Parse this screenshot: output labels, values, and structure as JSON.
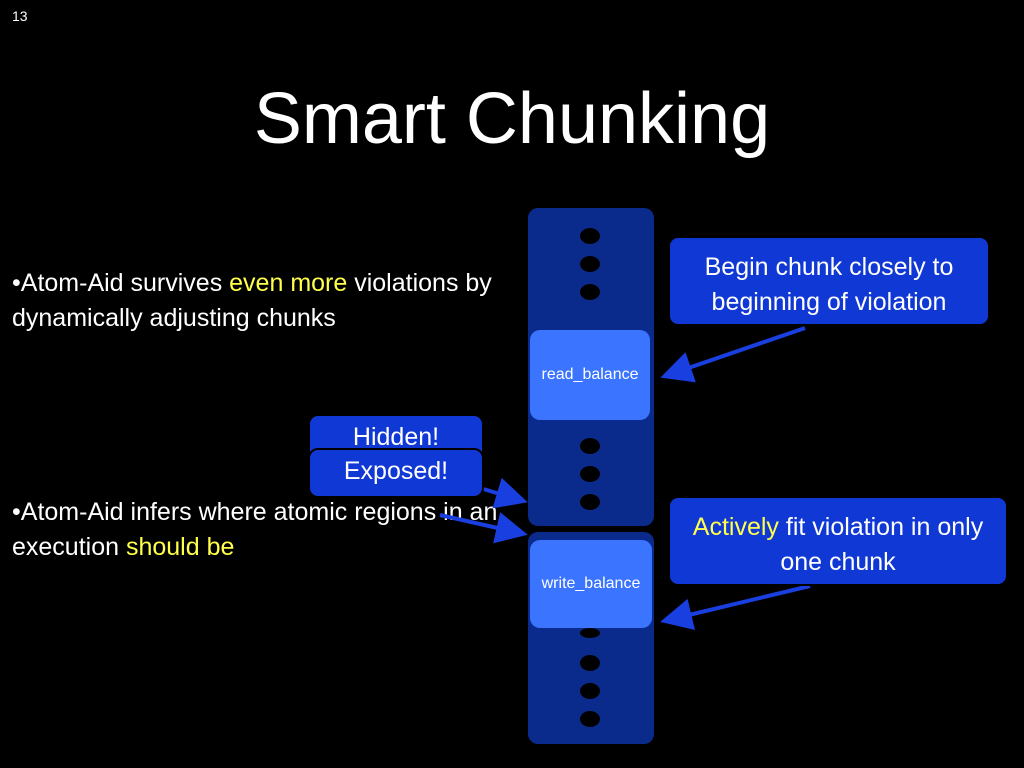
{
  "slide": {
    "number": "13",
    "title": "Smart Chunking"
  },
  "bullets": [
    {
      "marker": "•",
      "parts": [
        "Atom-Aid survives ",
        "even more",
        " violations by dynamically adjusting chunks"
      ]
    },
    {
      "marker": "•",
      "parts": [
        "Atom-Aid infers where atomic regions in an execution ",
        "should be"
      ]
    }
  ],
  "callouts": {
    "begin_chunk": "Begin chunk closely to beginning of violation",
    "actively_fit": {
      "highlight": "Actively",
      "rest": " fit violation in only one chunk"
    },
    "hidden": "Hidden!",
    "exposed": "Exposed!"
  },
  "functions": {
    "read": "read_balance",
    "write": "write_balance"
  },
  "colors": {
    "background": "#000000",
    "chunk": "#0a2a8c",
    "function_box": "#3a74ff",
    "callout": "#1038d4",
    "highlight": "#ffff4c",
    "arrow": "#1a3fe0"
  }
}
